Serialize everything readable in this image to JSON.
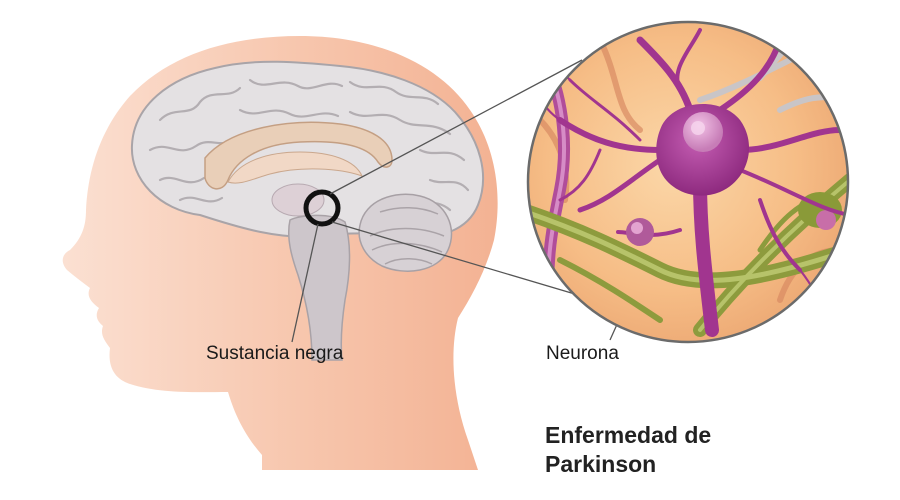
{
  "labels": {
    "substantia_nigra": "Sustancia negra",
    "neuron": "Neurona"
  },
  "title": {
    "line1": "Enfermedad de",
    "line2": "Parkinson"
  },
  "colors": {
    "head": "#f6c1a6",
    "head_light": "#fde4d6",
    "brain": "#e3e0e2",
    "brain_fold": "#b9b5b9",
    "neuron": "#a0338f",
    "nucleus": "#d58ac6",
    "green_fiber": "#8c9a3c",
    "background_zoom": "#f5b57a"
  }
}
